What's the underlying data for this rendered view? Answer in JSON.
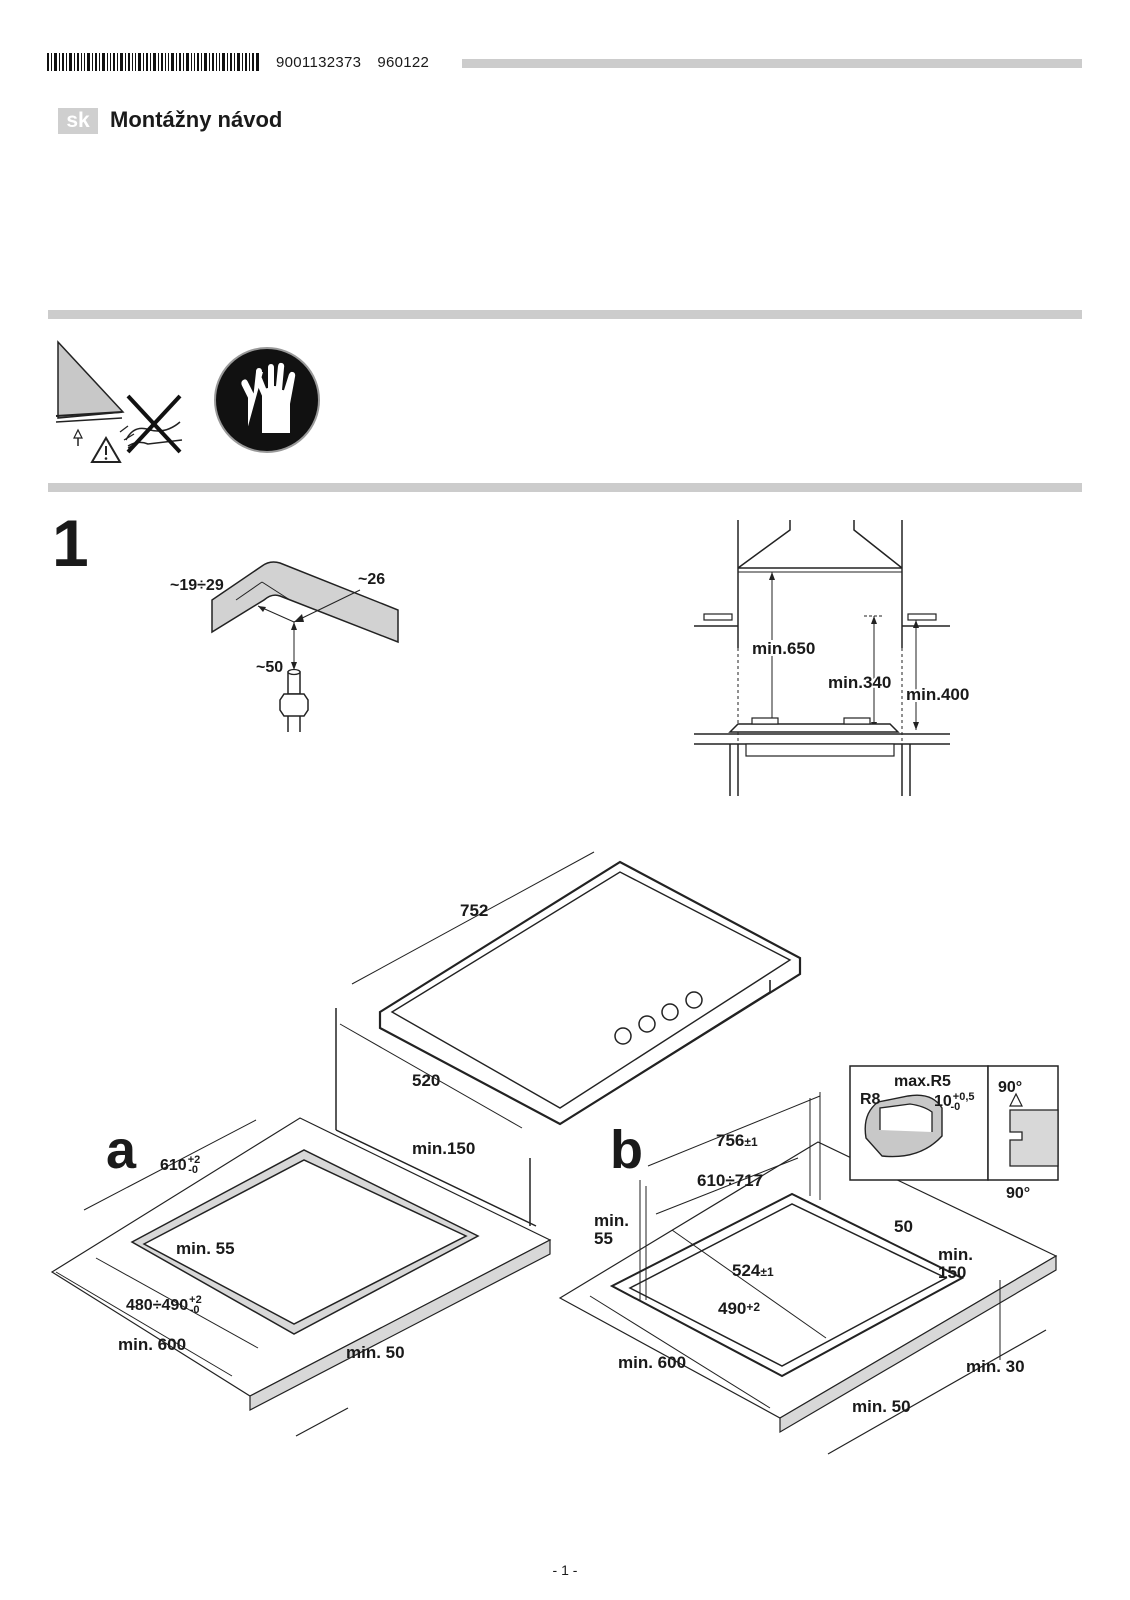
{
  "header": {
    "barcode_digits": "9001132373",
    "date_code": "960122",
    "lang": "sk",
    "title": "Montážny návod"
  },
  "safety": {
    "icons": [
      "sharp-edge-warning-icon",
      "gloves-mandatory-icon"
    ]
  },
  "step1": {
    "number": "1",
    "gas_connection": {
      "width": "~19÷29",
      "depth": "~26",
      "height": "~50"
    },
    "hood_clearance": {
      "hood": "min.650",
      "shelf_side": "min.340",
      "cabinet": "min.400"
    }
  },
  "hob": {
    "length": "752",
    "width": "520"
  },
  "panel_a": {
    "letter": "a",
    "cutout_length": "610",
    "cutout_length_tol_plus": "+2",
    "cutout_length_tol_minus": "-0",
    "cutout_width": "480÷490",
    "cutout_width_tol_plus": "+2",
    "cutout_width_tol_minus": "-0",
    "back_gap": "min.150",
    "side_gap": "min. 55",
    "counter_depth": "min. 600",
    "front_gap": "min. 50"
  },
  "panel_b": {
    "letter": "b",
    "recess_length": "756",
    "recess_length_tol": "±1",
    "cutout_length": "610÷717",
    "side_gap_label": "min.",
    "side_gap_value": "55",
    "recess_width": "524",
    "recess_width_tol": "±1",
    "cutout_width": "490",
    "cutout_width_tol": "+2",
    "back_gap_label": "min.",
    "back_gap_value": "150",
    "rim": "50",
    "counter_depth": "min. 600",
    "thickness": "min. 30",
    "front_gap": "min. 50",
    "detail": {
      "corner_outer": "max.R5",
      "corner_inner": "R8",
      "depth": "10",
      "depth_tol_plus": "+0,5",
      "depth_tol_minus": "-0",
      "angle_top": "90°",
      "angle_bottom": "90°"
    }
  },
  "footer": {
    "page": "- 1 -"
  }
}
